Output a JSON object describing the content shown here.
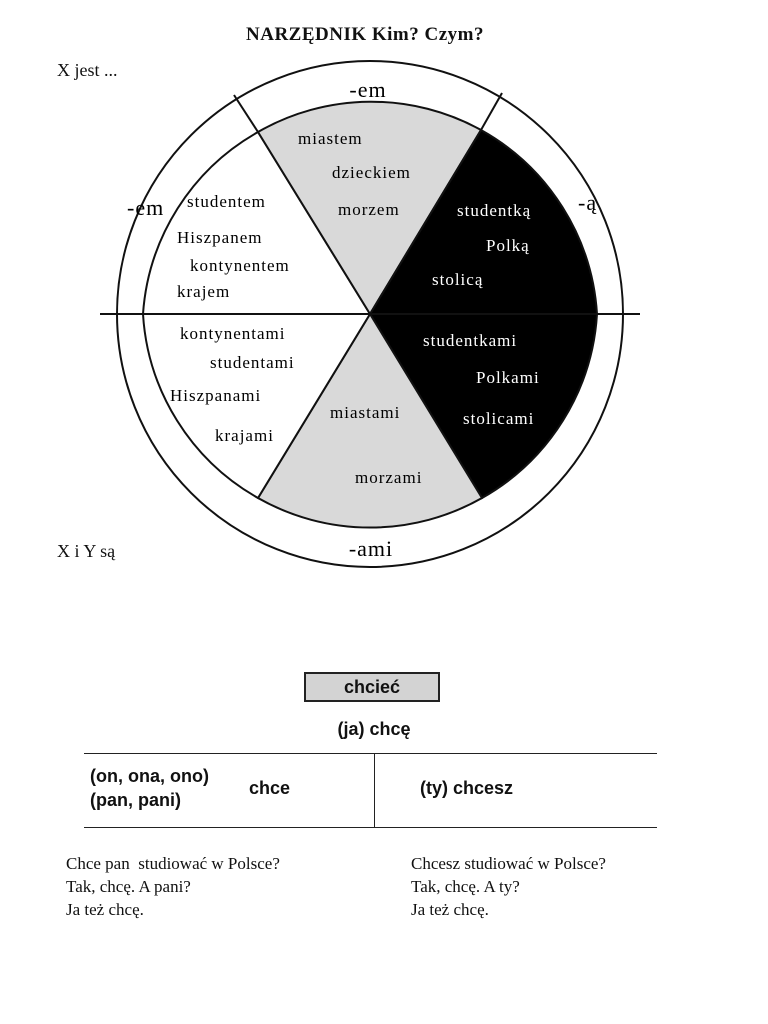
{
  "header": {
    "title": "NARZĘDNIK Kim? Czym?",
    "singular_label": "X jest ...",
    "plural_label": "X i Y są"
  },
  "wheel": {
    "endings": {
      "top": "-em",
      "left": "-em",
      "right": "-ą",
      "bottom": "-ami"
    },
    "sectors": {
      "singular_neuter": [
        "miastem",
        "dzieckiem",
        "morzem"
      ],
      "singular_masculine": [
        "studentem",
        "Hiszpanem",
        "kontynentem",
        "krajem"
      ],
      "singular_feminine": [
        "studentką",
        "Polką",
        "stolicą"
      ],
      "plural_masculine": [
        "kontynentami",
        "studentami",
        "Hiszpanami",
        "krajami"
      ],
      "plural_neuter": [
        "miastami",
        "morzami"
      ],
      "plural_feminine": [
        "studentkami",
        "Polkami",
        "stolicami"
      ]
    },
    "colors": {
      "feminine": "#000000",
      "neuter": "#d9d9d9",
      "masculine": "#ffffff"
    }
  },
  "conjugation": {
    "verb": "chcieć",
    "ja": "(ja) chcę",
    "on_pronouns_line1": "(on, ona, ono)",
    "on_pronouns_line2": "(pan, pani)",
    "on_form": "chce",
    "ty": "(ty) chcesz"
  },
  "dialogs": {
    "formal": [
      "Chce pan  studiować w Polsce?",
      "Tak, chcę. A pani?",
      "Ja też chcę."
    ],
    "informal": [
      "Chcesz studiować w Polsce?",
      "Tak, chcę. A ty?",
      "Ja też chcę."
    ]
  }
}
